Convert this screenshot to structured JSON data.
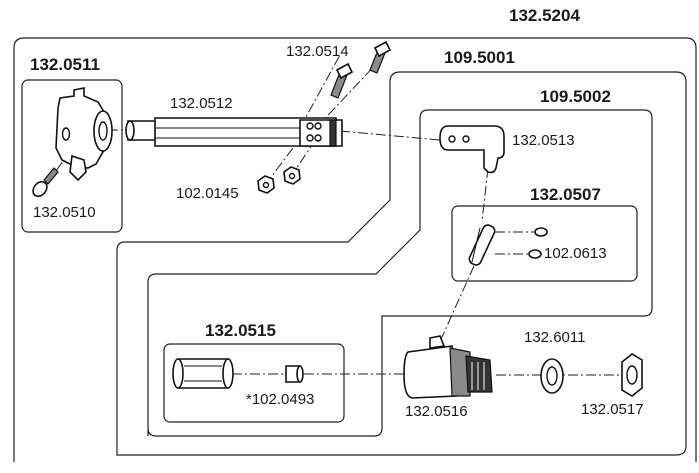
{
  "assembly": {
    "main": "132.5204",
    "subassemblies": {
      "a": "132.0511",
      "b": "109.5001",
      "c": "109.5002",
      "d": "132.0507",
      "e": "132.0515"
    },
    "parts": {
      "p0514": "132.0514",
      "p0512": "132.0512",
      "p0145": "102.0145",
      "p0510": "132.0510",
      "p0513": "132.0513",
      "p0613": "102.0613",
      "p6011": "132.6011",
      "p0493": "*102.0493",
      "p0516": "132.0516",
      "p0517": "132.0517"
    }
  }
}
